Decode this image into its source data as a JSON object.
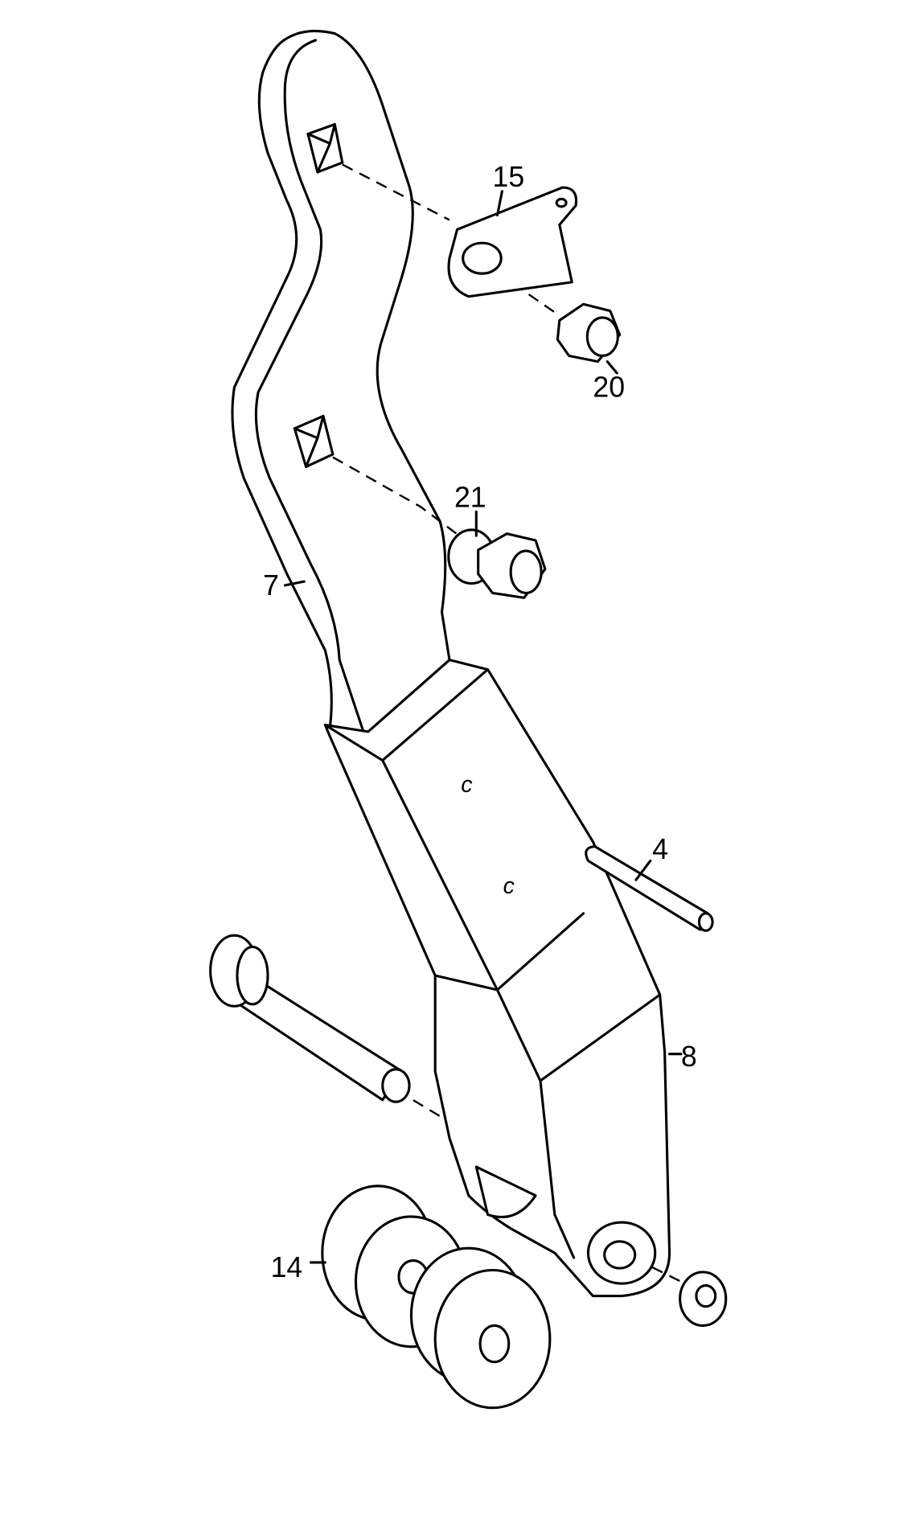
{
  "figure": {
    "labels": {
      "bracket": "15",
      "nut_upper": "20",
      "nut_lower": "21",
      "arm": "7",
      "pin": "4",
      "tube": "8",
      "rollers": "14"
    },
    "markings": [
      "c",
      "c"
    ]
  }
}
